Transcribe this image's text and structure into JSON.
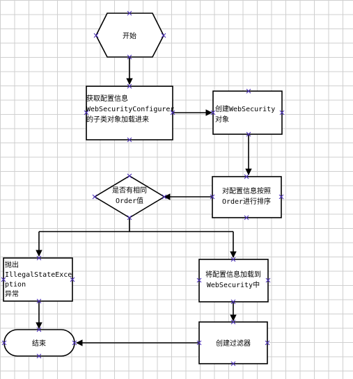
{
  "nodes": {
    "start": {
      "text": "开始"
    },
    "get_configs": {
      "lines": [
        "获取配置信息",
        "WebSecurityConfigurer",
        "的子类对象加载进来"
      ]
    },
    "create_websecurity": {
      "lines": [
        "创建WebSecurity",
        "对象"
      ]
    },
    "sort_by_order": {
      "lines": [
        "对配置信息按照",
        "Order进行排序"
      ]
    },
    "same_order_check": {
      "lines": [
        "是否有相同",
        "Order值"
      ]
    },
    "throw_exception": {
      "lines": [
        "抛出",
        "IllegalStateExce",
        "ption",
        "异常"
      ]
    },
    "load_into_websecurity": {
      "lines": [
        "将配置信息加载到",
        "WebSecurity中"
      ]
    },
    "create_filter": {
      "text": "创建过滤器"
    },
    "end": {
      "text": "结束"
    }
  }
}
